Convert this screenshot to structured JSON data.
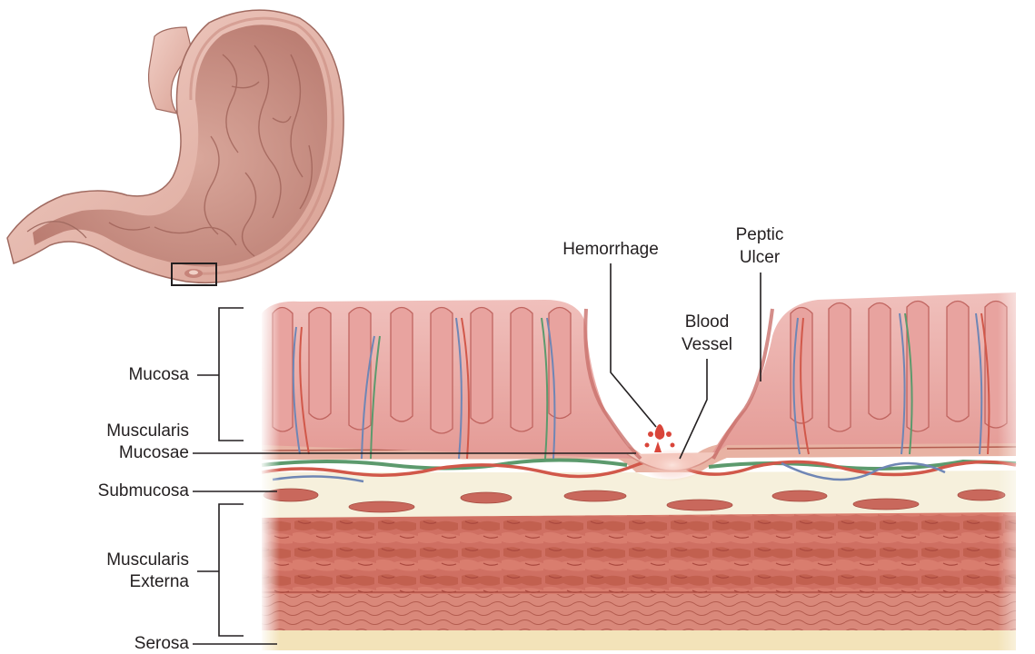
{
  "labels": {
    "mucosa": "Mucosa",
    "muscularis_mucosae_1": "Muscularis",
    "muscularis_mucosae_2": "Mucosae",
    "submucosa": "Submucosa",
    "muscularis_externa_1": "Muscularis",
    "muscularis_externa_2": "Externa",
    "serosa": "Serosa",
    "hemorrhage": "Hemorrhage",
    "blood_vessel_1": "Blood",
    "blood_vessel_2": "Vessel",
    "peptic_ulcer_1": "Peptic",
    "peptic_ulcer_2": "Ulcer"
  },
  "colors": {
    "label_text": "#231f20",
    "leader_line": "#231f20",
    "stomach_outer": "#e7b3a6",
    "stomach_inner": "#c98f84",
    "mucosa": "#e9a9a6",
    "mucosa_dark": "#c9706c",
    "submucosa": "#f6f0dc",
    "muscle": "#cf6f62",
    "muscle_dark": "#a9473d",
    "serosa": "#f3e3b9",
    "artery": "#d1584a",
    "vein": "#6f86b5",
    "lymph": "#5c9a6d"
  }
}
